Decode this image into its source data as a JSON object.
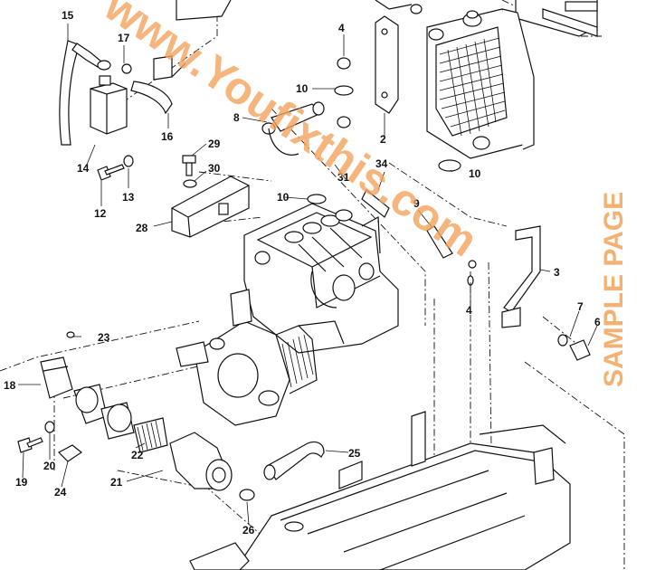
{
  "callouts": [
    "15",
    "17",
    "4",
    "10",
    "2",
    "29",
    "30",
    "14",
    "13",
    "12",
    "16",
    "8",
    "31",
    "34",
    "10",
    "9",
    "28",
    "3",
    "7",
    "6",
    "23",
    "18",
    "4",
    "22",
    "21",
    "19",
    "20",
    "24",
    "25",
    "26",
    "10"
  ],
  "watermark": {
    "site_text": "www.Youfixthis.com",
    "sample_text": "SAMPLE PAGE",
    "color": "#f2a35c"
  }
}
